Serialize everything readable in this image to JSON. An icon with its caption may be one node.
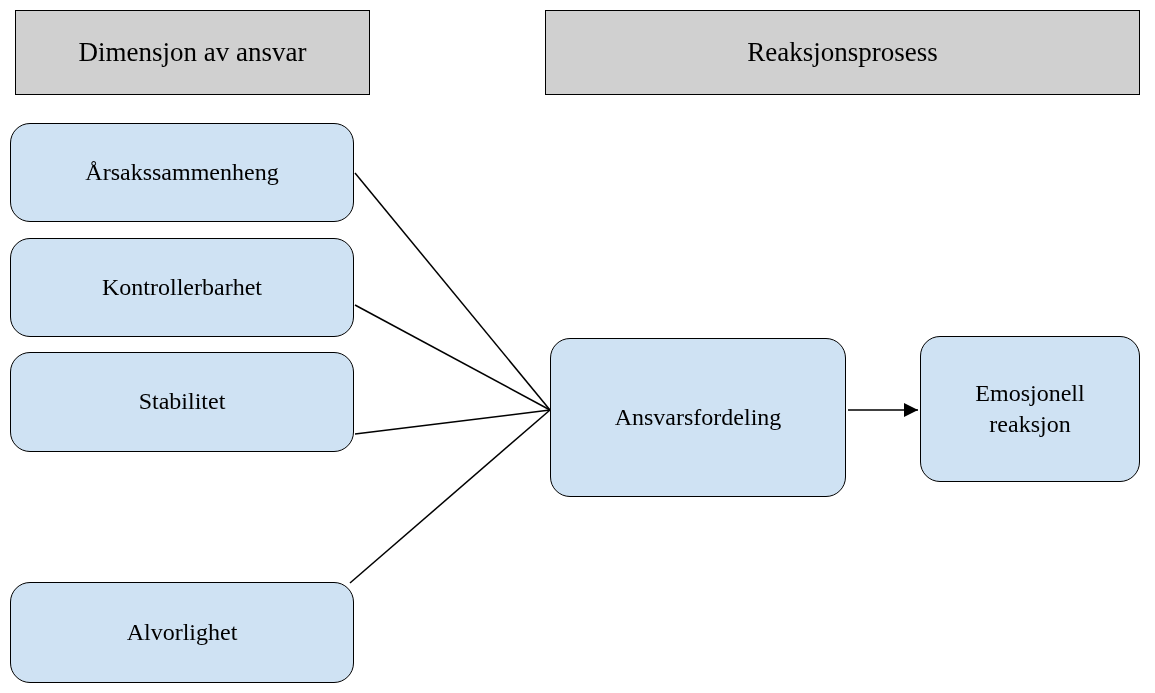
{
  "diagram": {
    "nodes": [
      {
        "text": [
          "Dimensjon av ansvar"
        ]
      },
      {
        "text": [
          "Reaksjonsprosess"
        ]
      },
      {
        "text": [
          "Årsakssammenheng"
        ]
      },
      {
        "text": [
          "Kontrollerbarhet"
        ]
      },
      {
        "text": [
          "Stabilitet"
        ]
      },
      {
        "text": [
          "Alvorlighet"
        ]
      },
      {
        "text": [
          "Ansvarsfordeling"
        ]
      },
      {
        "text": [
          "Emosjonell reaksjon"
        ]
      }
    ],
    "edges": [
      {
        "from": 2,
        "to": 6,
        "arrow": "none"
      },
      {
        "from": 3,
        "to": 6,
        "arrow": "none"
      },
      {
        "from": 4,
        "to": 6,
        "arrow": "none"
      },
      {
        "from": 5,
        "to": 6,
        "arrow": "none"
      },
      {
        "from": 6,
        "to": 7,
        "arrow": "to"
      }
    ]
  }
}
